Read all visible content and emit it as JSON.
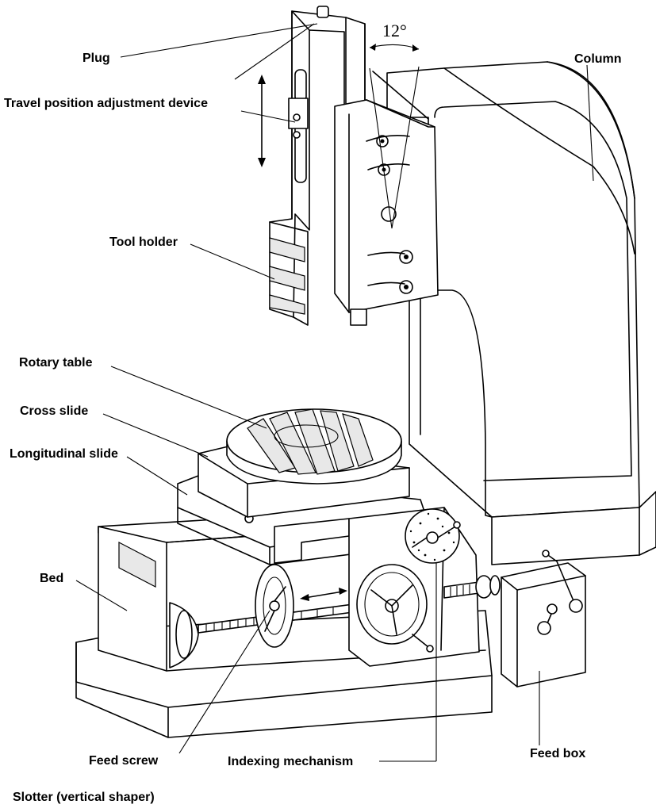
{
  "caption": "Slotter (vertical shaper)",
  "angle_label": "12°",
  "labels": {
    "plug": "Plug",
    "travel": "Travel position adjustment device",
    "tool_holder": "Tool holder",
    "rotary_table": "Rotary table",
    "cross_slide": "Cross slide",
    "longitudinal_slide": "Longitudinal slide",
    "bed": "Bed",
    "feed_screw": "Feed screw",
    "indexing": "Indexing mechanism",
    "feed_box": "Feed box",
    "column": "Column"
  }
}
